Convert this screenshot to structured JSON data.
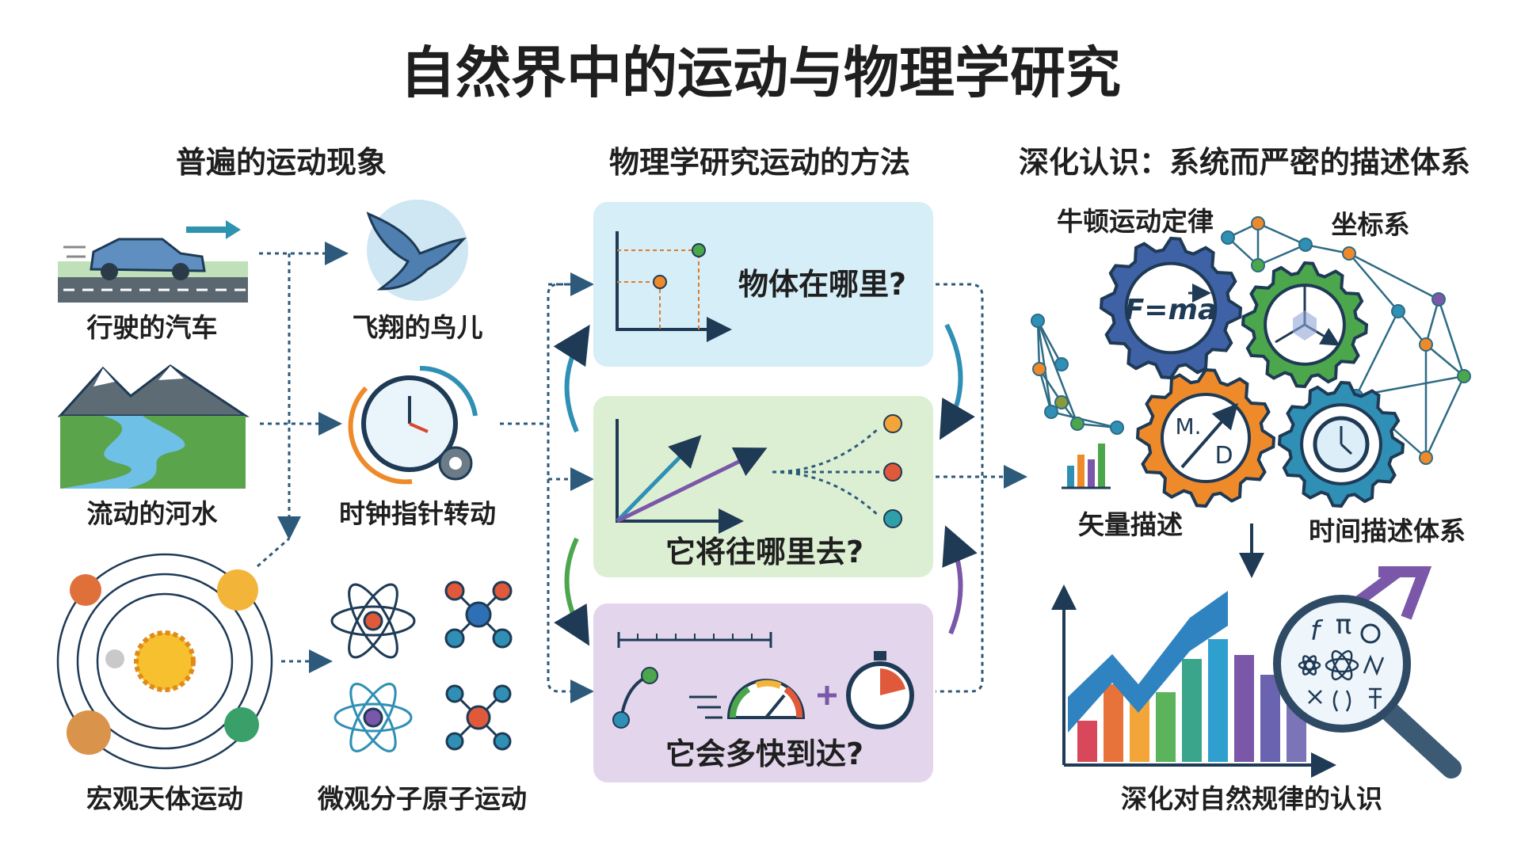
{
  "title": "自然界中的运动与物理学研究",
  "sections": {
    "left": "普遍的运动现象",
    "middle": "物理学研究运动的方法",
    "right": "深化认识：系统而严密的描述体系"
  },
  "phenomena": [
    {
      "label": "行驶的汽车",
      "icon": "car-icon"
    },
    {
      "label": "飞翔的鸟儿",
      "icon": "bird-icon"
    },
    {
      "label": "流动的河水",
      "icon": "river-icon"
    },
    {
      "label": "时钟指针转动",
      "icon": "clock-icon"
    },
    {
      "label": "宏观天体运动",
      "icon": "solar-system-icon"
    },
    {
      "label": "微观分子原子运动",
      "icon": "atom-molecule-icon"
    }
  ],
  "methods": [
    {
      "question": "物体在哪里?",
      "color": "#d5eef7"
    },
    {
      "question": "它将往哪里去?",
      "color": "#dcefd3"
    },
    {
      "question": "它会多快到达?",
      "color": "#e3d6ec"
    }
  ],
  "system": {
    "labels": [
      "牛顿运动定律",
      "坐标系",
      "矢量描述",
      "时间描述体系"
    ],
    "formula": "F=ma",
    "vector_m": "M.",
    "vector_d": "D",
    "conclusion": "深化对自然规律的认识",
    "symbols": [
      "f",
      "π"
    ]
  },
  "colors": {
    "blue": "#3f62a6",
    "green": "#4ca64c",
    "orange": "#ef8a2a",
    "teal": "#2f8fb5",
    "purple": "#7a57a8",
    "dark": "#1e3a55"
  }
}
